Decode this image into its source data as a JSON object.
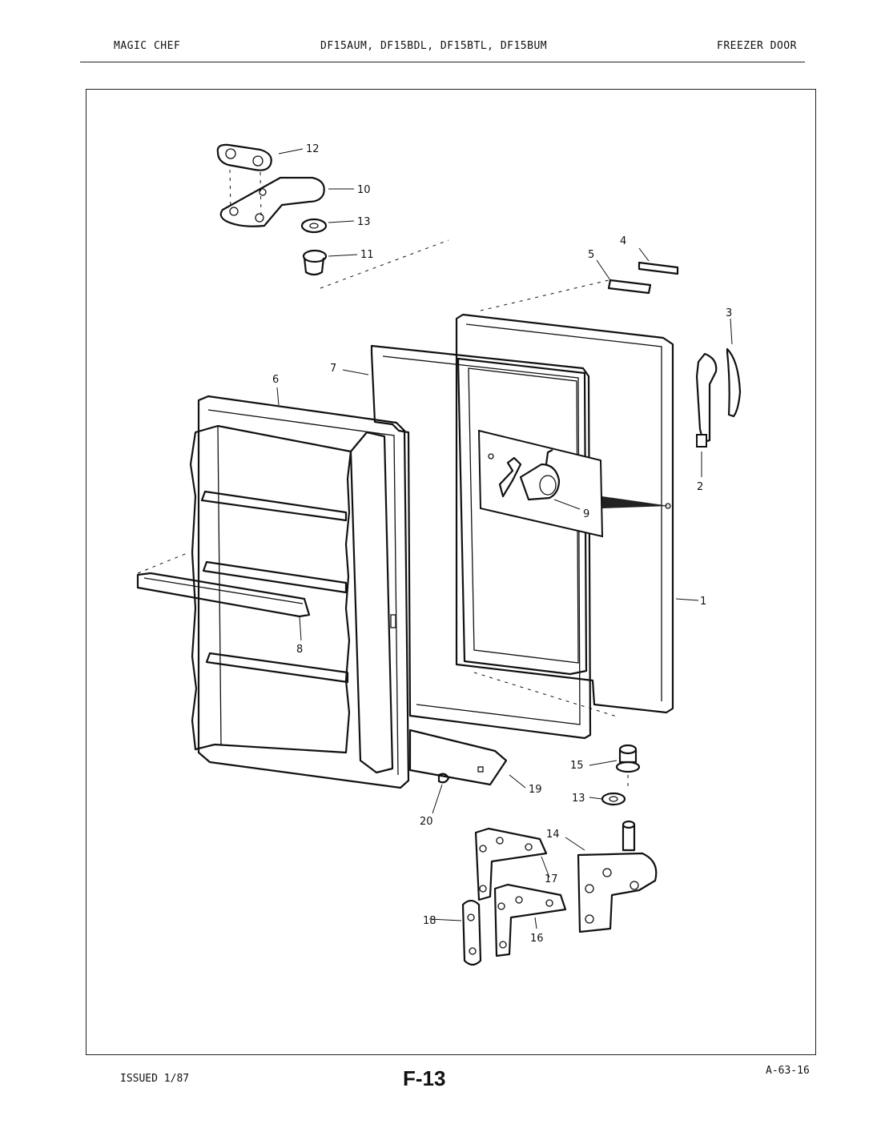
{
  "header": {
    "brand": "MAGIC CHEF",
    "models": "DF15AUM, DF15BDL, DF15BTL, DF15BUM",
    "section": "FREEZER DOOR"
  },
  "footer": {
    "issued": "ISSUED 1/87",
    "page_code": "F-13",
    "ref_code": "A-63-16"
  },
  "callouts": [
    "12",
    "10",
    "13",
    "11",
    "4",
    "5",
    "3",
    "7",
    "6",
    "2",
    "9",
    "1",
    "8",
    "15",
    "13",
    "19",
    "20",
    "14",
    "17",
    "18",
    "16"
  ]
}
